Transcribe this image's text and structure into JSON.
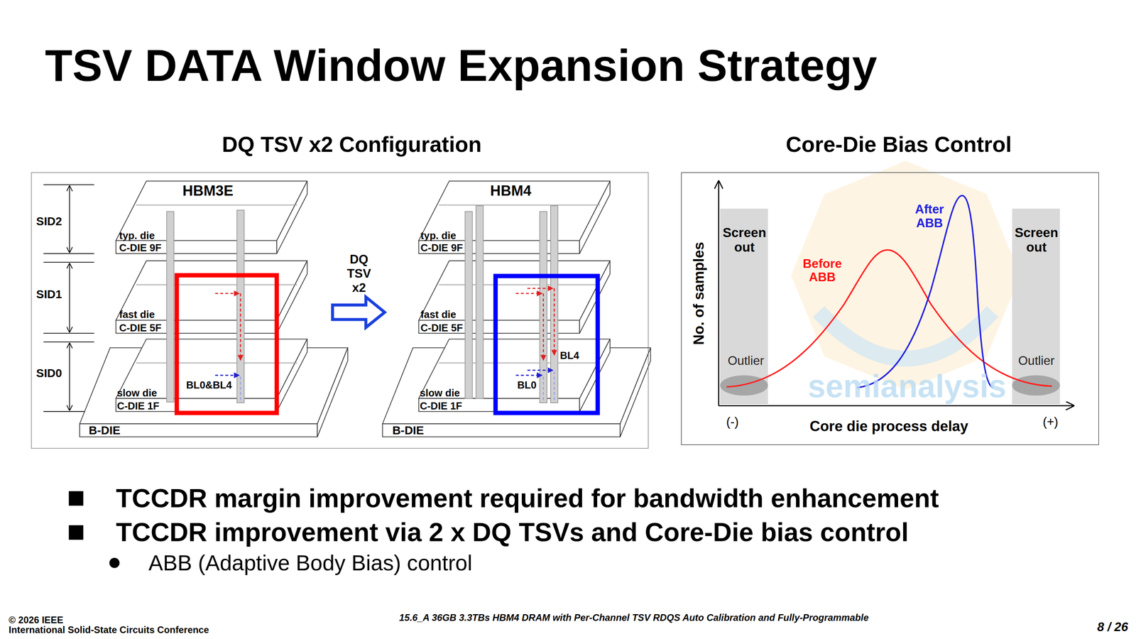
{
  "diagram": {
    "title": "TSV DATA Window Expansion Strategy",
    "nodes": [
      {
        "text": [
          "DQ TSV x2 Configuration"
        ]
      },
      {
        "text": [
          "typ. die",
          "C-DIE 9F"
        ],
        "in": 0
      },
      {
        "text": [
          "fast die",
          "C-DIE 5F"
        ],
        "in": 0
      },
      {
        "text": [
          "slow die",
          "C-DIE 1F"
        ],
        "in": 0
      },
      {
        "text": [
          "B-DIE"
        ],
        "in": 0
      },
      {
        "text": [
          "DQ TSV x2"
        ],
        "in": 0
      },
      {
        "text": [
          "typ. die",
          "C-DIE 9F"
        ],
        "in": 0
      },
      {
        "text": [
          "fast die",
          "C-DIE 5F"
        ],
        "in": 0
      },
      {
        "text": [
          "slow die",
          "C-DIE 1F"
        ],
        "in": 0
      },
      {
        "text": [
          "B-DIE"
        ],
        "in": 0
      },
      {
        "text": [
          "Core-Die Bias Control"
        ]
      },
      {
        "text": [
          "Screen out",
          "Outlier"
        ],
        "in": 10
      },
      {
        "text": [
          "Screen out",
          "Outlier"
        ],
        "in": 10
      }
    ],
    "labels": [
      "HBM3E",
      "HBM4",
      "SID2",
      "SID1",
      "SID0",
      "BL0&BL4",
      "BL4",
      "BL0",
      "Before ABB",
      "After ABB",
      "No. of samples",
      "Core die process delay",
      "(-)",
      "(+)",
      "semianalysis",
      "TCCDR margin improvement required for bandwidth enhancement",
      "TCCDR improvement via 2 x DQ TSVs and Core-Die bias control",
      "ABB (Adaptive Body Bias) control",
      "© 2026 IEEE",
      "International Solid-State Circuits Conference",
      "15.6_A 36GB 3.3TBs HBM4 DRAM with Per-Channel TSV RDQS Auto Calibration and Fully-Programmable",
      "8 / 26"
    ]
  }
}
